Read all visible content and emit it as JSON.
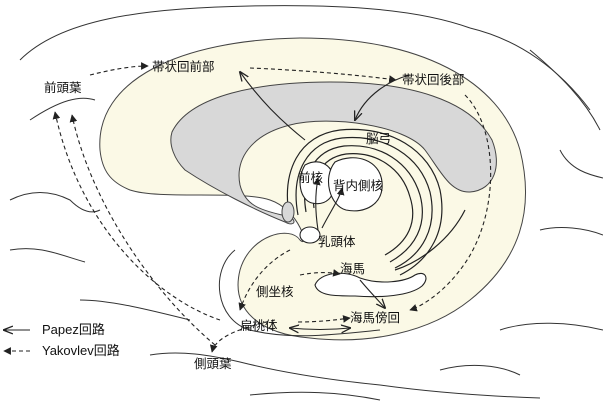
{
  "labels": {
    "frontal_lobe": "前頭葉",
    "anterior_cingulate": "帯状回前部",
    "posterior_cingulate": "帯状回後部",
    "fornix": "脳弓",
    "anterior_nucleus": "前核",
    "dorsomedial_nucleus": "背内側核",
    "mammillary_body": "乳頭体",
    "hippocampus": "海馬",
    "nucleus_accumbens": "側坐核",
    "amygdala": "扁桃体",
    "parahippocampal_gyrus": "海馬傍回",
    "temporal_lobe": "側頭葉"
  },
  "legend": {
    "papez": "Papez回路",
    "yakovlev": "Yakovlev回路"
  },
  "colors": {
    "cingulate_fill": "#fbf9e6",
    "corpus_callosum_fill": "#d8d8d8",
    "line": "#222222"
  }
}
